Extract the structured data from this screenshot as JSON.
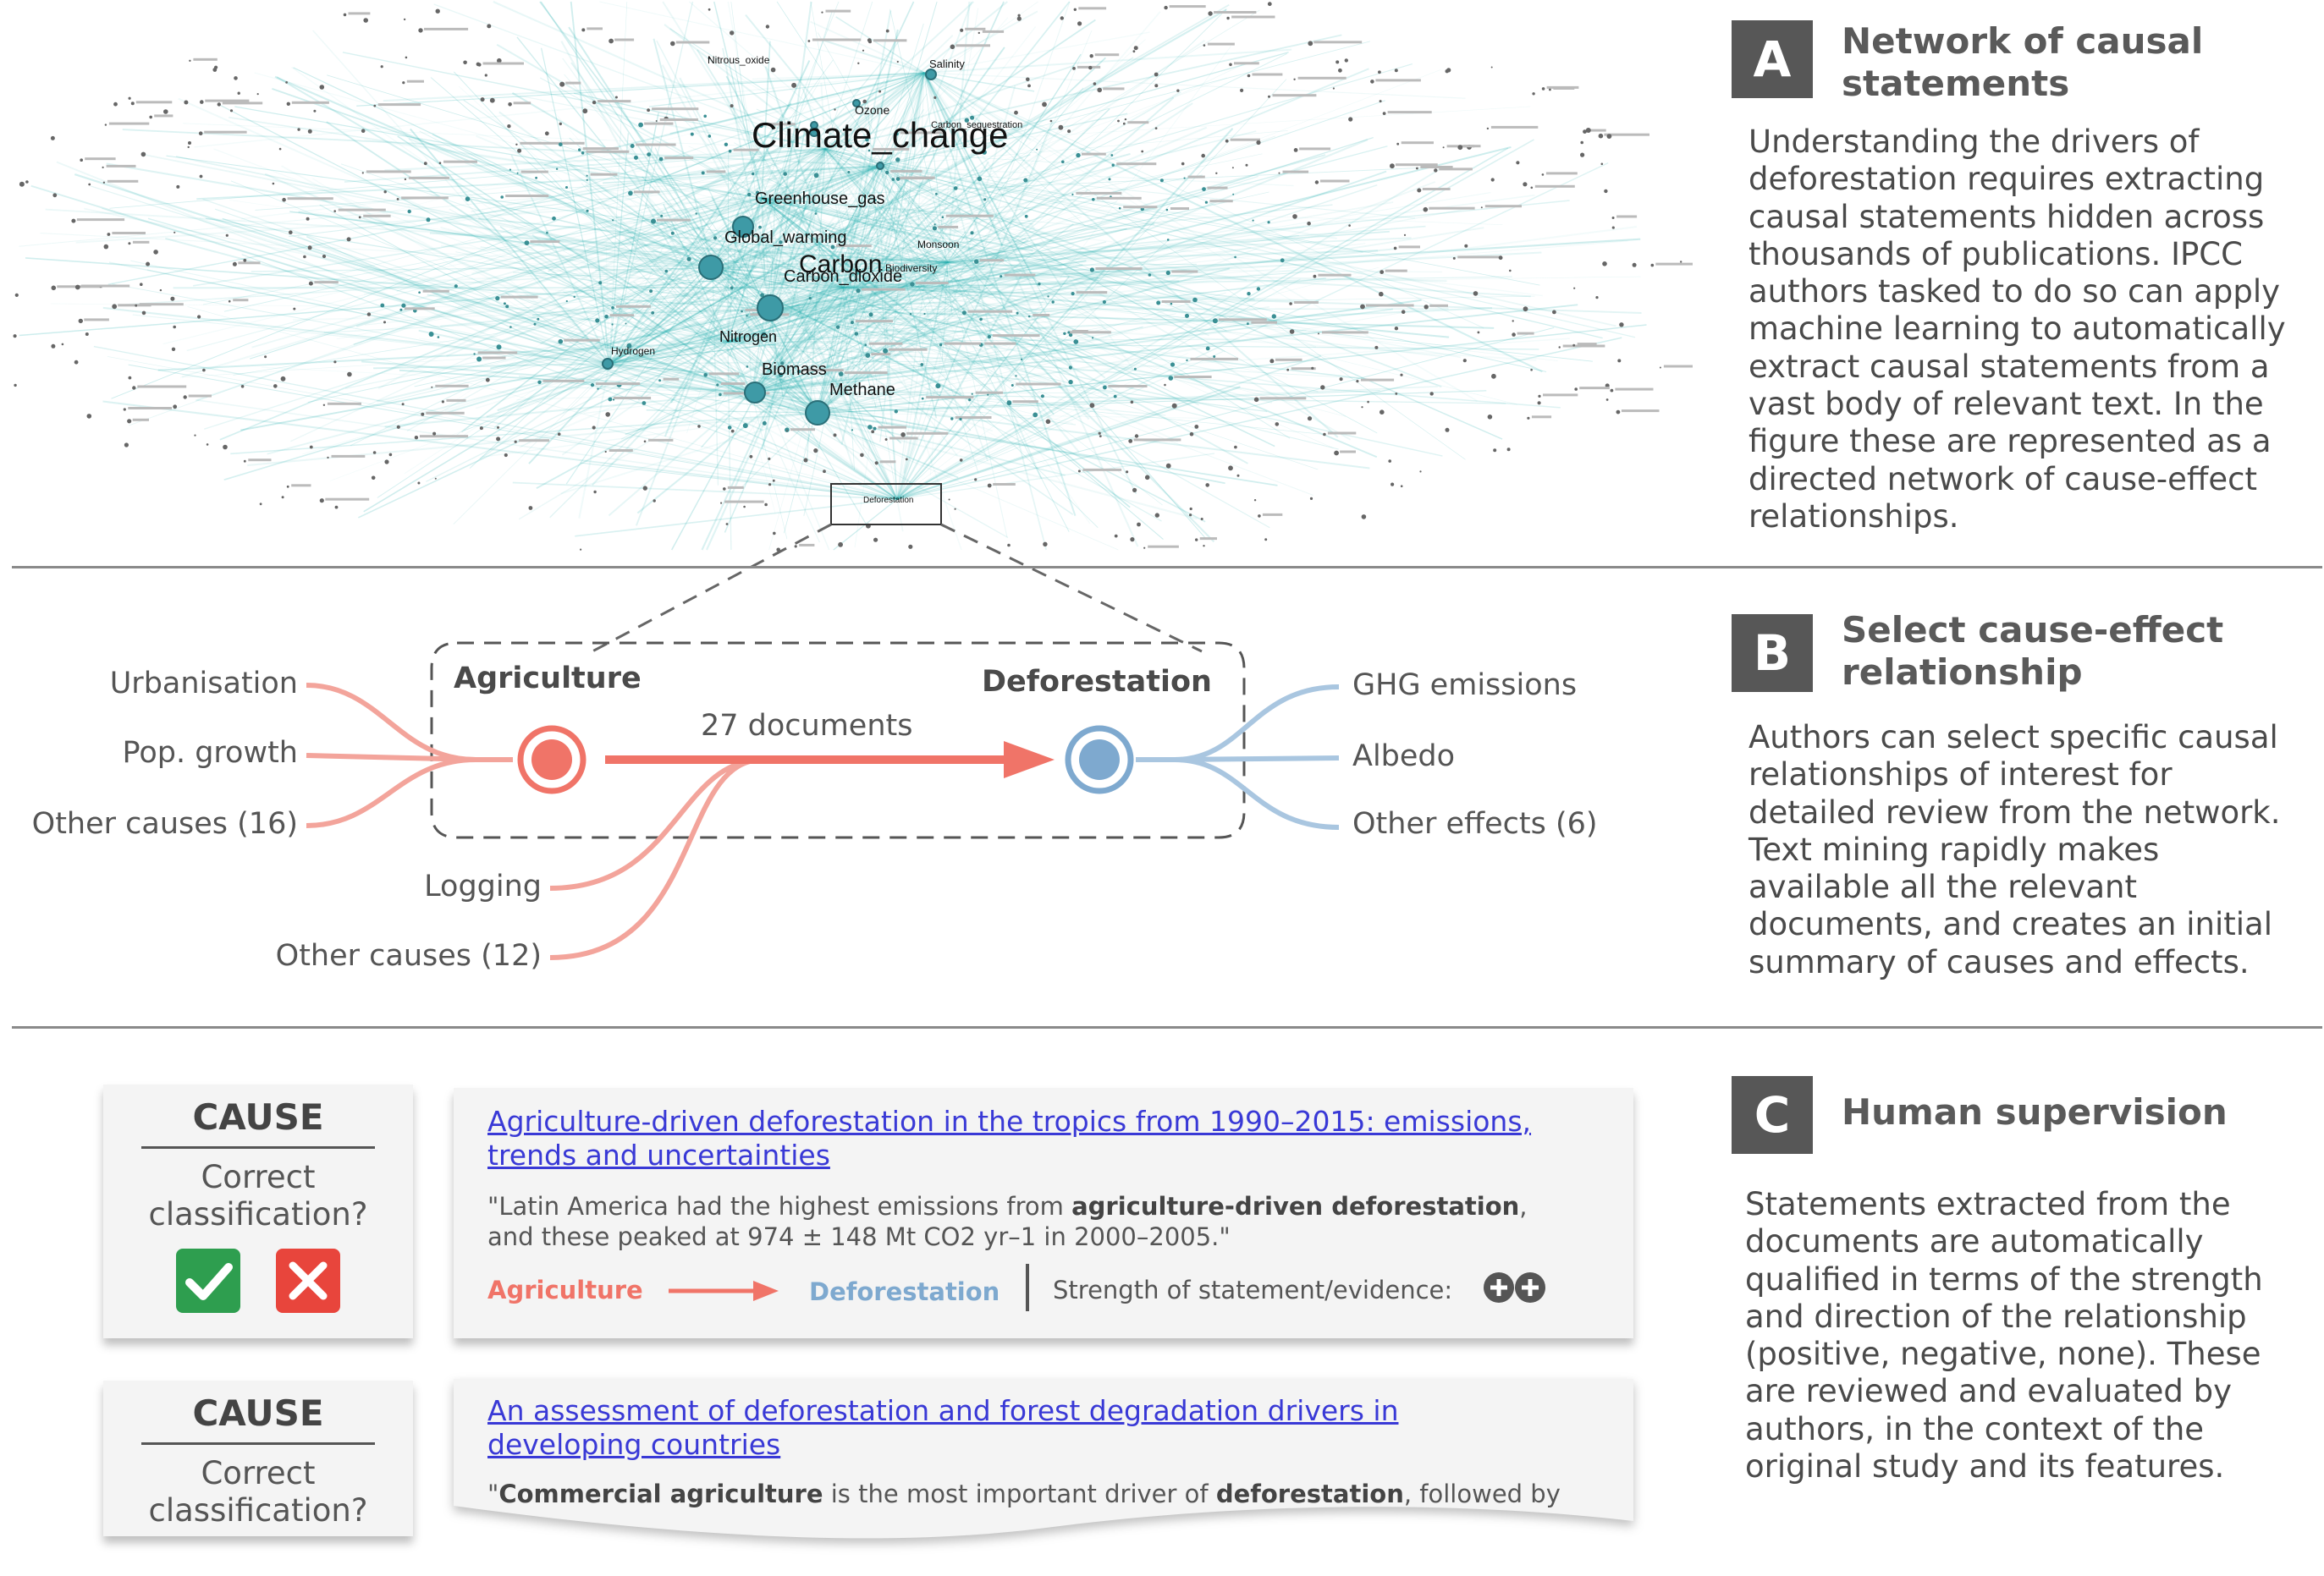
{
  "colors": {
    "cause": "#f07468",
    "cause_line": "#f3a49b",
    "effect": "#7ea9cf",
    "effect_line": "#a9c6e0",
    "network": "#2fb3b3",
    "badge": "#575757",
    "link": "#3939d6",
    "check": "#2e9e4f",
    "cross": "#e8453c"
  },
  "panel_a": {
    "badge": "A",
    "title_lines": [
      "Network of causal",
      "statements"
    ],
    "body_lines": [
      "Understanding the drivers of",
      "deforestation requires extracting",
      "causal statements hidden across",
      "thousands of publications. IPCC",
      "authors tasked to do so can apply",
      "machine learning to automatically",
      "extract causal statements from a",
      "vast body of relevant text. In the",
      "figure these are represented as a",
      "directed network of cause-effect",
      "relationships."
    ],
    "network_labels": [
      "Climate_change",
      "Greenhouse_gas",
      "Global_warming",
      "Carbon",
      "Carbon_dioxide",
      "Nitrogen",
      "Biomass",
      "Methane",
      "Ozone",
      "Salinity",
      "Biodiversity",
      "Monsoon",
      "Hydrogen",
      "Nitrous_oxide",
      "Carbon_sequestration",
      "Deforestation"
    ]
  },
  "panel_b": {
    "badge": "B",
    "title_lines": [
      "Select cause-effect",
      "relationship"
    ],
    "body_lines": [
      "Authors can select specific causal",
      "relationships of interest for",
      "detailed review from the network.",
      "Text mining rapidly makes",
      "available all the relevant",
      "documents, and creates an initial",
      "summary of causes and effects."
    ],
    "cause_node": "Agriculture",
    "effect_node": "Deforestation",
    "edge_label": "27 documents",
    "left_causes": [
      "Urbanisation",
      "Pop. growth",
      "Other causes (16)"
    ],
    "lower_causes": [
      "Logging",
      "Other causes (12)"
    ],
    "effects": [
      "GHG emissions",
      "Albedo",
      "Other effects (6)"
    ]
  },
  "panel_c": {
    "badge": "C",
    "title": "Human supervision",
    "body_lines": [
      "Statements extracted from the",
      "documents are automatically",
      "qualified in terms of the strength",
      "and direction of the relationship",
      "(positive, negative, none). These",
      "are reviewed and evaluated by",
      "authors, in the context of the",
      "original study and its features."
    ],
    "cards": [
      {
        "cause_title": "CAUSE",
        "question_lines": [
          "Correct",
          "classification?"
        ],
        "doc_title_lines": [
          "Agriculture-driven deforestation in the tropics from 1990–2015: emissions,",
          "trends and uncertainties"
        ],
        "quote_line1": [
          "\"Latin America had the highest emissions from ",
          "agriculture-driven deforestation",
          ","
        ],
        "quote_line2": "and these peaked at 974 ± 148 Mt CO2 yr–1 in 2000–2005.\"",
        "cause": "Agriculture",
        "effect": "Deforestation",
        "strength_label": "Strength of statement/evidence:"
      },
      {
        "cause_title": "CAUSE",
        "question_lines": [
          "Correct",
          "classification?"
        ],
        "doc_title_lines": [
          "An assessment of deforestation and forest degradation drivers in",
          "developing countries"
        ],
        "quote_parts": [
          "\"",
          "Commercial agriculture",
          " is the most important driver of ",
          "deforestation",
          ", followed by"
        ]
      }
    ]
  }
}
